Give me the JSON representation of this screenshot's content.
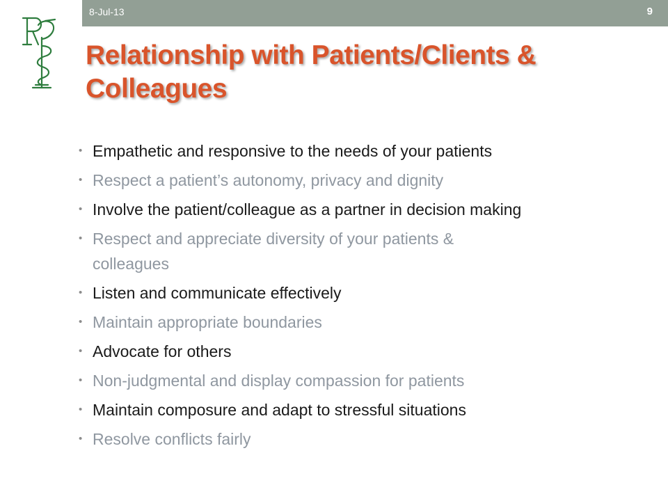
{
  "header": {
    "date": "8-Jul-13",
    "slide_number": "9"
  },
  "logo": {
    "icon": "rx-caduceus-logo",
    "letters": "R",
    "color": "#2e7d3e"
  },
  "title": {
    "line1": "Relationship with Patients/Clients &",
    "line2": "Colleagues",
    "color": "#d9542b"
  },
  "bullets": [
    {
      "text": "Empathetic and responsive to the needs of your patients",
      "style": "dark"
    },
    {
      "text": "Respect a patient’s autonomy, privacy and dignity",
      "style": "muted"
    },
    {
      "text": "Involve the patient/colleague as a partner in decision making",
      "style": "dark"
    },
    {
      "text": "Respect and appreciate diversity of your patients &",
      "text2": "colleagues",
      "style": "muted"
    },
    {
      "text": "Listen and communicate effectively",
      "style": "dark"
    },
    {
      "text": "Maintain appropriate boundaries",
      "style": "muted"
    },
    {
      "text": "Advocate for others",
      "style": "dark"
    },
    {
      "text": "Non-judgmental and display compassion for patients",
      "style": "muted"
    },
    {
      "text": "Maintain composure and adapt to stressful situations",
      "style": "dark"
    },
    {
      "text": "Resolve conflicts fairly",
      "style": "muted"
    }
  ],
  "colors": {
    "header_bar": "#929f95",
    "text_dark": "#1a1a1a",
    "text_muted": "#8f97a0"
  }
}
